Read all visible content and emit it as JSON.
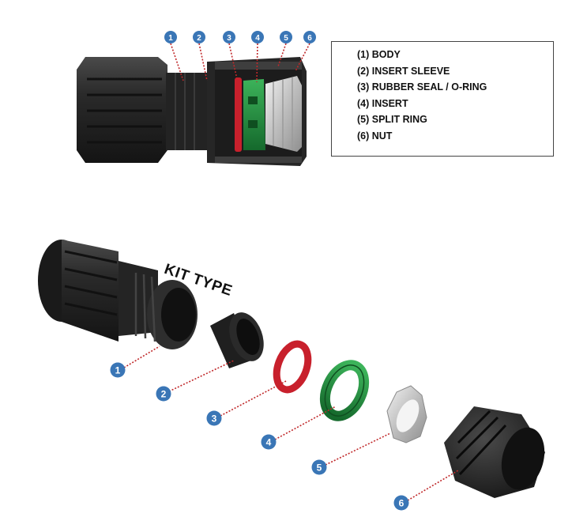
{
  "legend": {
    "items": [
      "(1) BODY",
      "(2) INSERT SLEEVE",
      "(3) RUBBER SEAL / O-RING",
      "(4) INSERT",
      "(5) SPLIT RING",
      "(6) NUT"
    ]
  },
  "kit_title": "KIT TYPE",
  "callouts": {
    "top": [
      "1",
      "2",
      "3",
      "4",
      "5",
      "6"
    ],
    "bottom": [
      "1",
      "2",
      "3",
      "4",
      "5",
      "6"
    ]
  },
  "colors": {
    "badge": "#3a76b6",
    "leader": "#c0282a",
    "body_dark": "#262626",
    "seal_red": "#c8202c",
    "insert_green": "#1f8a3e",
    "split_ring_silver": "#c9c9c9"
  }
}
